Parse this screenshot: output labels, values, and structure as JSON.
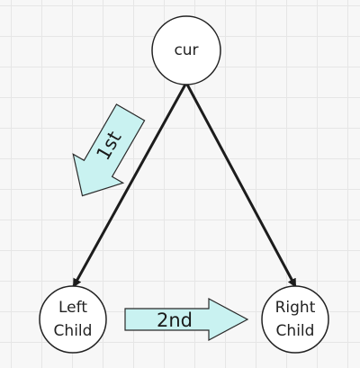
{
  "diagram": {
    "nodes": {
      "cur": {
        "label": "cur"
      },
      "left_child": {
        "line1": "Left",
        "line2": "Child"
      },
      "right_child": {
        "line1": "Right",
        "line2": "Child"
      }
    },
    "edges": [
      {
        "from": "cur",
        "to": "left_child"
      },
      {
        "from": "cur",
        "to": "right_child"
      }
    ],
    "order_arrows": {
      "first": {
        "label": "1st"
      },
      "second": {
        "label": "2nd"
      }
    },
    "colors": {
      "node_fill": "#ffffff",
      "node_stroke": "#222222",
      "edge": "#1c1c1c",
      "order_arrow_fill": "#c9f2f1",
      "order_arrow_stroke": "#2a2a2a"
    }
  }
}
